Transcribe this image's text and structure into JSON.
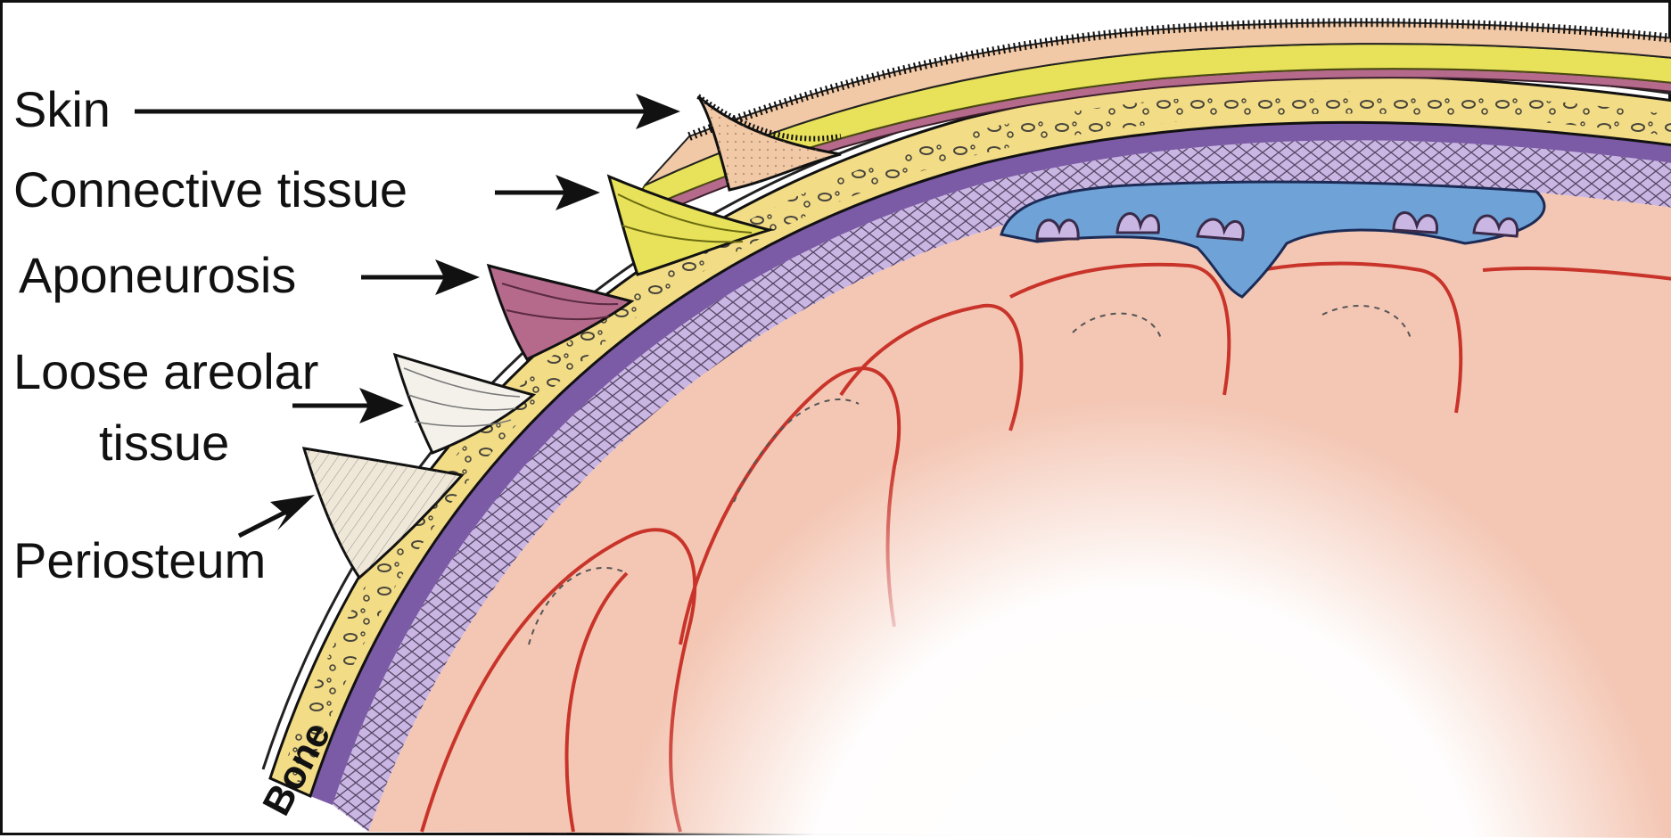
{
  "labels": {
    "skin": "Skin",
    "connective_tissue": "Connective tissue",
    "aponeurosis": "Aponeurosis",
    "loose_areolar_line1": "Loose areolar",
    "loose_areolar_line2": "tissue",
    "periosteum": "Periosteum",
    "bone": "Bone"
  },
  "colors": {
    "skin": "#f2c9a6",
    "connective_tissue": "#e8e25a",
    "aponeurosis": "#b56a8c",
    "loose_areolar": "#f4f1ea",
    "periosteum": "#efe8d8",
    "bone": "#f3dc86",
    "dura": "#7b5aa6",
    "arachnoid": "#c9b6e2",
    "venous_sinus": "#6fa3d8",
    "cortex": "#f4c7b5",
    "vessel": "#c9342a",
    "outline": "#111111"
  }
}
